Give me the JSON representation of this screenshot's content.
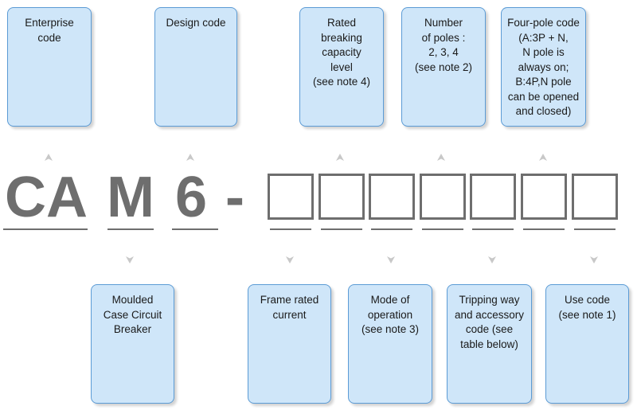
{
  "code": {
    "letters": [
      "CA",
      "M",
      "6",
      "-"
    ]
  },
  "top_boxes": [
    {
      "id": "enterprise",
      "text": "Enterprise\ncode"
    },
    {
      "id": "design",
      "text": "Design code"
    },
    {
      "id": "breaking",
      "text": "Rated\nbreaking\ncapacity\nlevel\n(see note 4)"
    },
    {
      "id": "poles",
      "text": "Number\nof poles :\n2, 3, 4\n(see note 2)"
    },
    {
      "id": "fourpole",
      "text": "Four-pole code\n(A:3P + N,\nN pole is\nalways on;\nB:4P,N pole\ncan be opened\nand closed)"
    }
  ],
  "bottom_boxes": [
    {
      "id": "mccb",
      "text": "Moulded\nCase Circuit\nBreaker"
    },
    {
      "id": "frame",
      "text": "Frame rated\ncurrent"
    },
    {
      "id": "operation",
      "text": "Mode of\noperation\n(see note 3)"
    },
    {
      "id": "tripping",
      "text": "Tripping way\nand accessory\ncode (see\ntable below)"
    },
    {
      "id": "use",
      "text": "Use code\n(see note 1)"
    }
  ],
  "colors": {
    "box_fill": "#cfe6f9",
    "box_border": "#5b9bd5",
    "code_text": "#6e6e6e",
    "arrow": "#c8c8c8"
  }
}
